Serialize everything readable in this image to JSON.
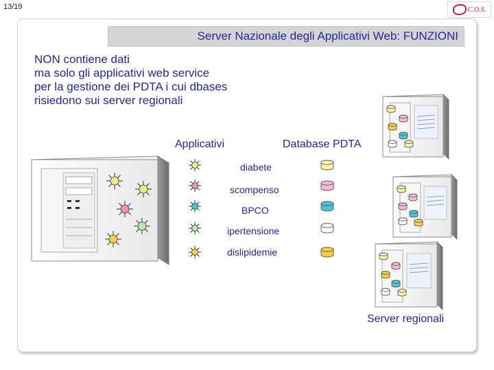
{
  "slide": {
    "number": "13/19"
  },
  "logo": {
    "text": "C.O.S."
  },
  "title": "Server Nazionale degli Applicativi Web: FUNZIONI",
  "intro_lines": [
    "NON contiene dati",
    "ma solo gli applicativi web service",
    "per la gestione dei PDTA i cui dbases",
    "risiedono sui server regionali"
  ],
  "labels": {
    "applicativi": "Applicativi",
    "database": "Database PDTA",
    "server_regionali": "Server regionali"
  },
  "applications": [
    {
      "name": "diabete",
      "star_color": "#eeee80",
      "db_color": "#fff3a8"
    },
    {
      "name": "scompenso",
      "star_color": "#f090c0",
      "db_color": "#f7b9d8"
    },
    {
      "name": "BPCO",
      "star_color": "#40c8d0",
      "db_color": "#49c6d4"
    },
    {
      "name": "ipertensione",
      "star_color": "#b8e8b0",
      "db_color": "#ffffff"
    },
    {
      "name": "dislipidemie",
      "star_color": "#f8d040",
      "db_color": "#f8cf3e"
    }
  ],
  "icons": [
    "national-server-icon",
    "regional-server-icon",
    "application-star-icon",
    "database-icon"
  ]
}
